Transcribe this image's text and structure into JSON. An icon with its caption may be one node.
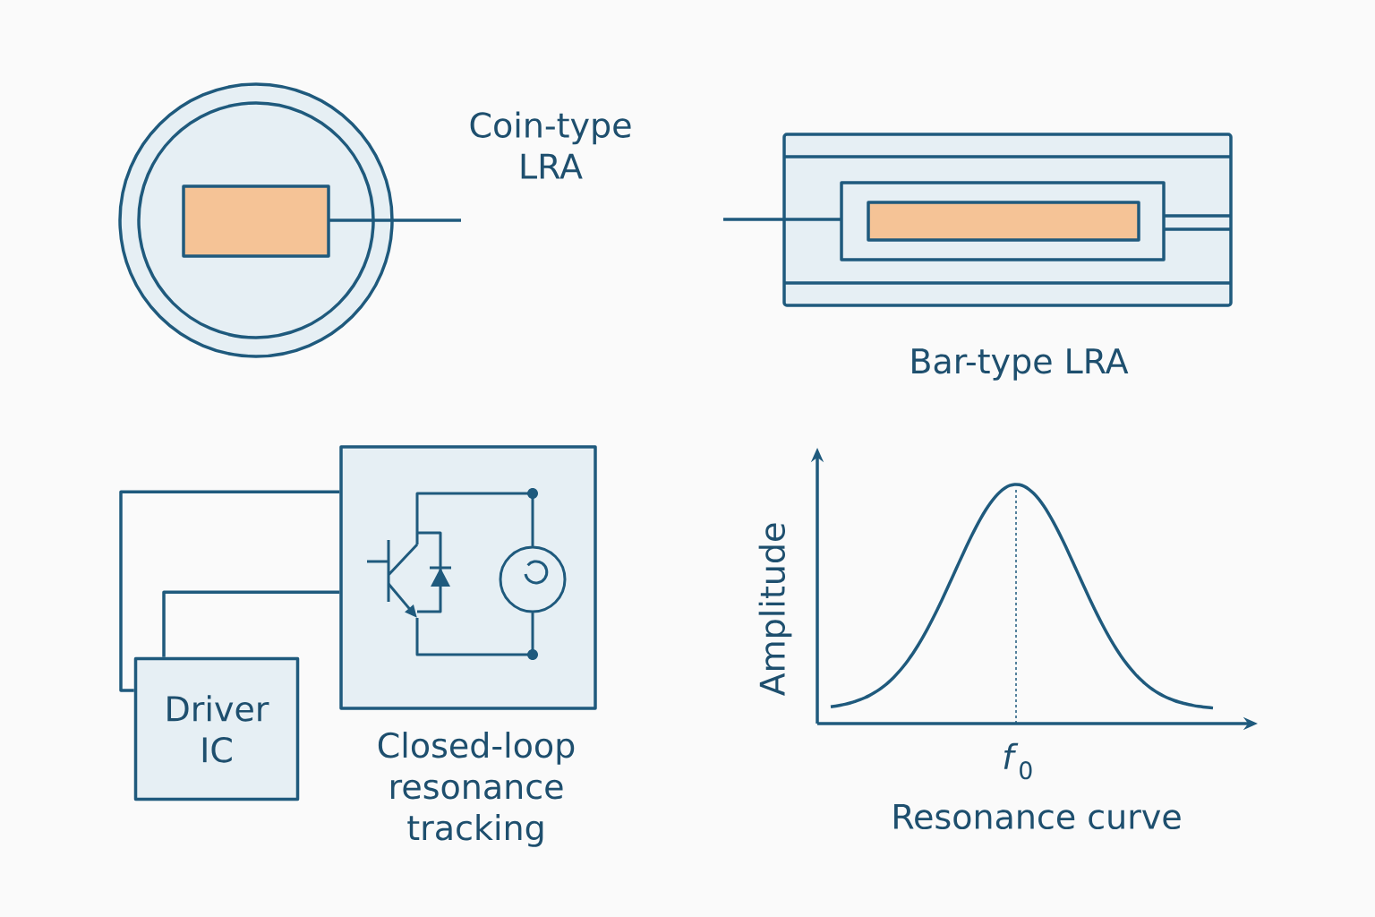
{
  "diagram": {
    "nodes": [
      {
        "text": [
          "Driver IC"
        ]
      },
      {
        "text": [
          "Closed-loop resonance tracking"
        ]
      }
    ],
    "edges": [
      {
        "from": 1,
        "to": 0,
        "arrow": "none"
      },
      {
        "from": 1,
        "to": 0,
        "arrow": "none"
      }
    ],
    "labels": [
      "Coin-type LRA",
      "Bar-type LRA",
      "Amplitude",
      "*f*$_{0}$",
      "Resonance curve"
    ]
  }
}
